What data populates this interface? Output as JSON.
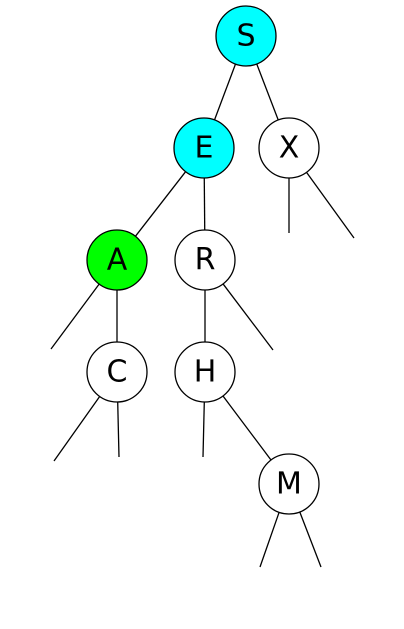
{
  "colors": {
    "highlight_path": "#00ffff",
    "highlight_target": "#00ff00",
    "default": "#ffffff"
  },
  "tree": {
    "nodes": [
      {
        "id": "S",
        "label": "S",
        "state": "highlight_path"
      },
      {
        "id": "E",
        "label": "E",
        "state": "highlight_path"
      },
      {
        "id": "X",
        "label": "X",
        "state": "default"
      },
      {
        "id": "A",
        "label": "A",
        "state": "highlight_target"
      },
      {
        "id": "R",
        "label": "R",
        "state": "default"
      },
      {
        "id": "C",
        "label": "C",
        "state": "default"
      },
      {
        "id": "H",
        "label": "H",
        "state": "default"
      },
      {
        "id": "M",
        "label": "M",
        "state": "default"
      }
    ],
    "edges": [
      {
        "from": "S",
        "to": "E"
      },
      {
        "from": "S",
        "to": "X"
      },
      {
        "from": "E",
        "to": "A"
      },
      {
        "from": "E",
        "to": "R"
      },
      {
        "from": "X",
        "to": null,
        "side": "left"
      },
      {
        "from": "X",
        "to": null,
        "side": "right"
      },
      {
        "from": "A",
        "to": null,
        "side": "left"
      },
      {
        "from": "A",
        "to": "C"
      },
      {
        "from": "R",
        "to": "H"
      },
      {
        "from": "R",
        "to": null,
        "side": "right"
      },
      {
        "from": "C",
        "to": null,
        "side": "left"
      },
      {
        "from": "C",
        "to": null,
        "side": "right"
      },
      {
        "from": "H",
        "to": null,
        "side": "left"
      },
      {
        "from": "H",
        "to": "M"
      },
      {
        "from": "M",
        "to": null,
        "side": "left"
      },
      {
        "from": "M",
        "to": null,
        "side": "right"
      }
    ]
  }
}
